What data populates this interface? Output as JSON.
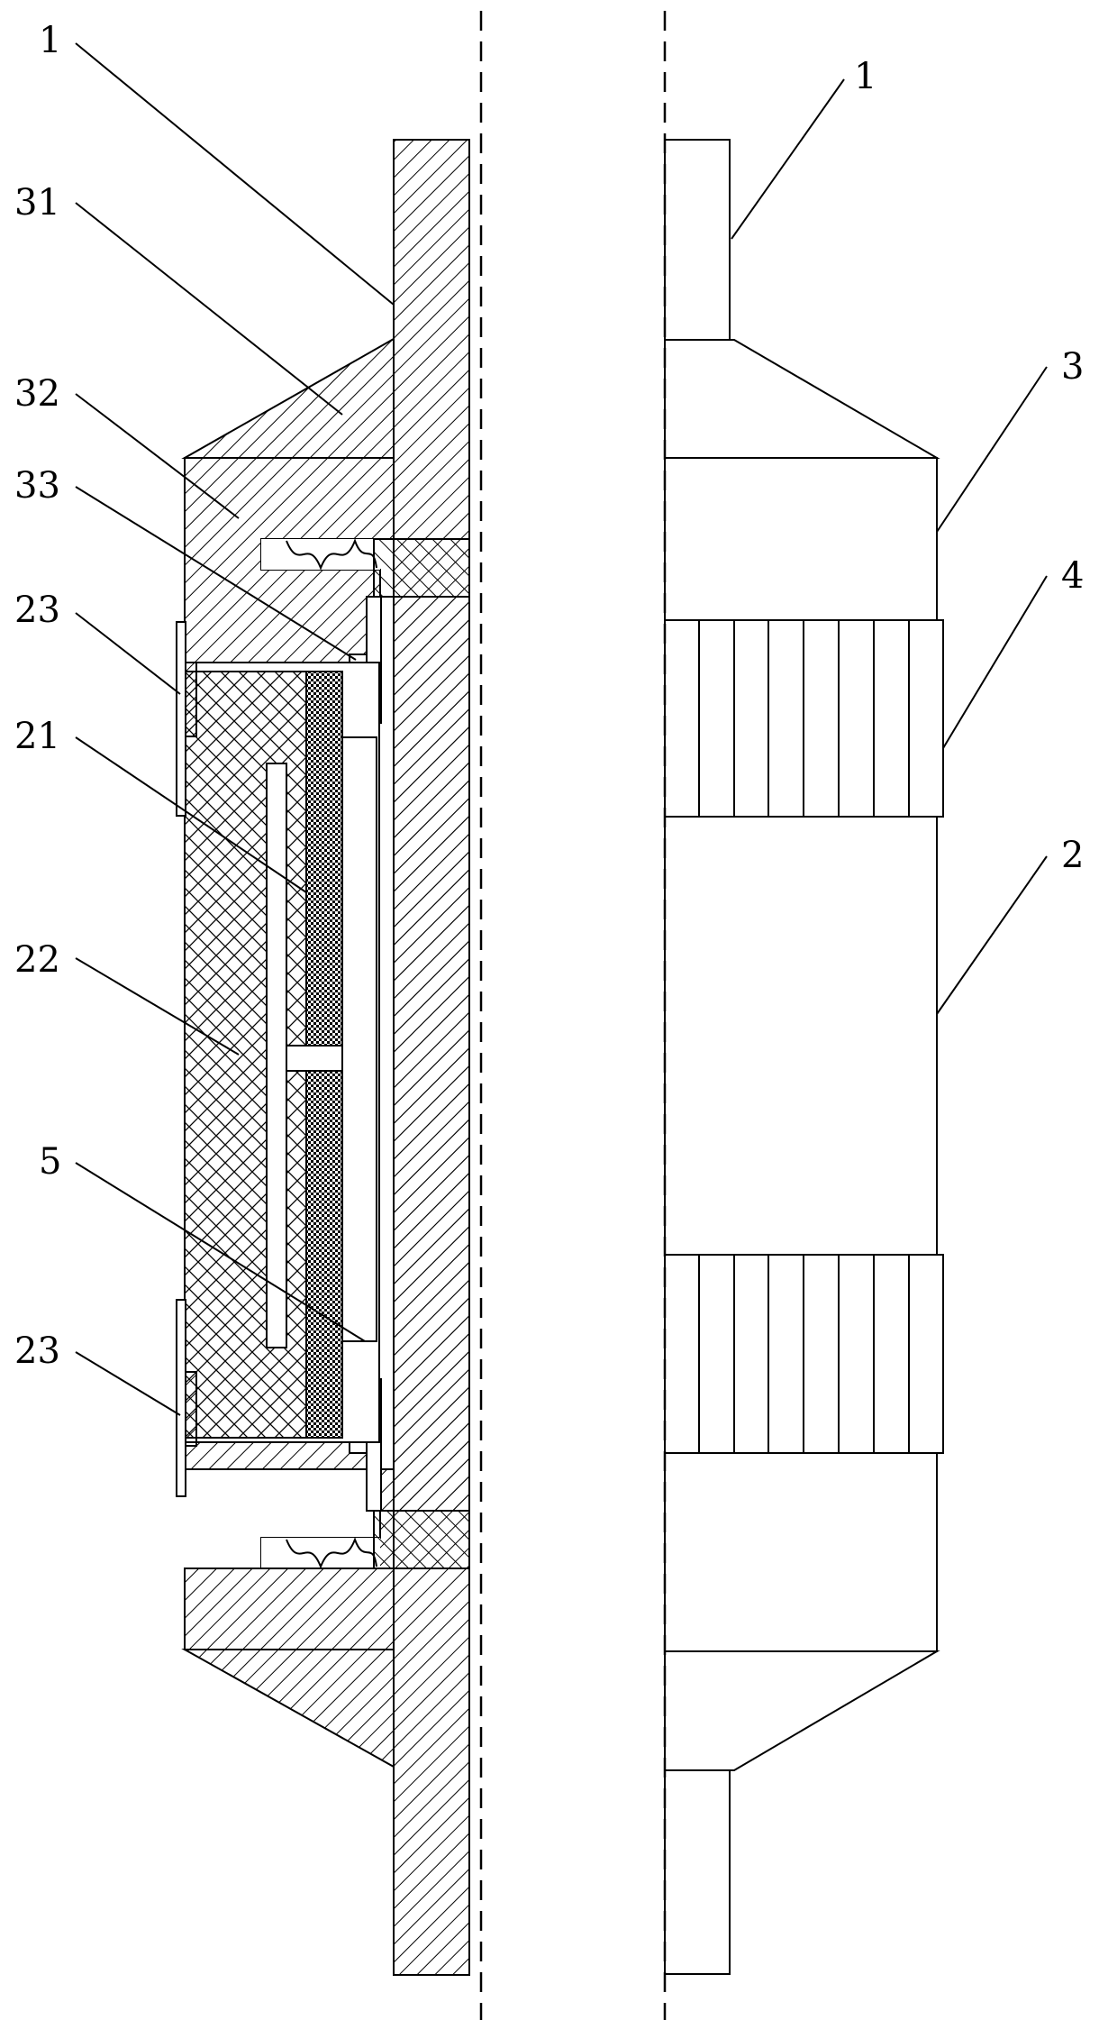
{
  "diagram": {
    "labels_left": [
      "1",
      "31",
      "32",
      "33",
      "23",
      "21",
      "22",
      "5",
      "23"
    ],
    "labels_right": [
      "1",
      "3",
      "4",
      "2"
    ],
    "colors": {
      "line": "#000000",
      "background": "#ffffff"
    }
  }
}
